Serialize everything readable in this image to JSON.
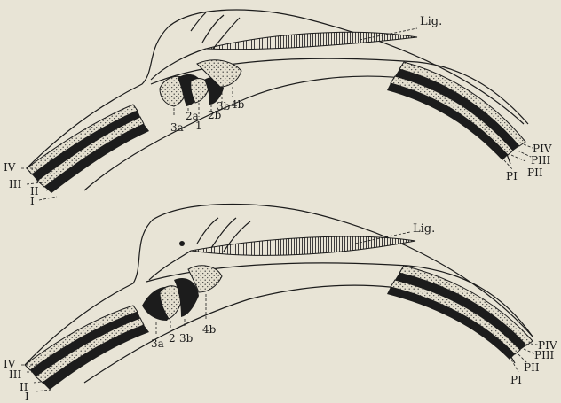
{
  "figure_top": {
    "labels": {
      "lig": "Lig.",
      "n1": "1",
      "n2a": "2a",
      "n2b": "2b",
      "n3a": "3a",
      "n3b": "3b",
      "n4b": "4b",
      "left_IV": "IV",
      "left_III": "III",
      "left_II": "II",
      "left_I": "I",
      "right_PIV": "PIV",
      "right_PIII": "PIII",
      "right_PII": "PII",
      "right_PI": "PI"
    }
  },
  "figure_bottom": {
    "labels": {
      "lig": "Lig.",
      "n2": "2",
      "n3a": "3a",
      "n3b": "3b",
      "n4b": "4b",
      "left_IV": "IV",
      "left_III": "III",
      "left_II": "II",
      "left_I": "I",
      "right_PIV": "PIV",
      "right_PIII": "PIII",
      "right_PII": "PII",
      "right_PI": "PI"
    }
  },
  "colors": {
    "paper": "#e8e4d6",
    "ink": "#1c1c1c",
    "stipple": "#d8d2c0"
  }
}
